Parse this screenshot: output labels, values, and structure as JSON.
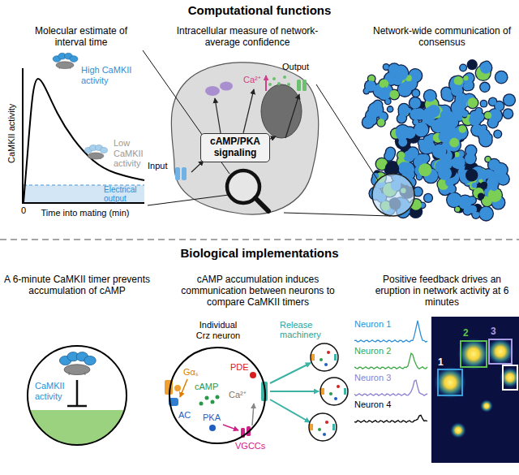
{
  "diagram": {
    "nodes": [
      {
        "text": [
          "cAMP/PKA signaling"
        ]
      },
      {
        "text": [
          "CaMKII activity"
        ]
      },
      {
        "text": [
          "Individual Crz neuron"
        ]
      }
    ],
    "labels": [
      "Computational functions",
      "Molecular estimate of interval time",
      "CaMKII activity",
      "High CaMKII activity",
      "Low CaMKII activity",
      "Electrical output",
      "0",
      "Time into mating (min)",
      "Intracellular measure of network-average confidence",
      "Ca²⁺",
      "Output",
      "Input",
      "Network-wide communication of consensus",
      "Biological implementations",
      "A 6-minute CaMKII timer prevents accumulation of cAMP",
      "cAMP accumulation induces communication between neurons to compare CaMKII timers",
      "Release machinery",
      "Gαₛ",
      "PDE",
      "cAMP",
      "Ca²⁺",
      "AC",
      "PKA",
      "VGCCs",
      "Positive feedback drives an eruption in network activity at 6 minutes",
      "Neuron 1",
      "Neuron 2",
      "Neuron 3",
      "Neuron 4",
      "1",
      "2",
      "3"
    ]
  }
}
